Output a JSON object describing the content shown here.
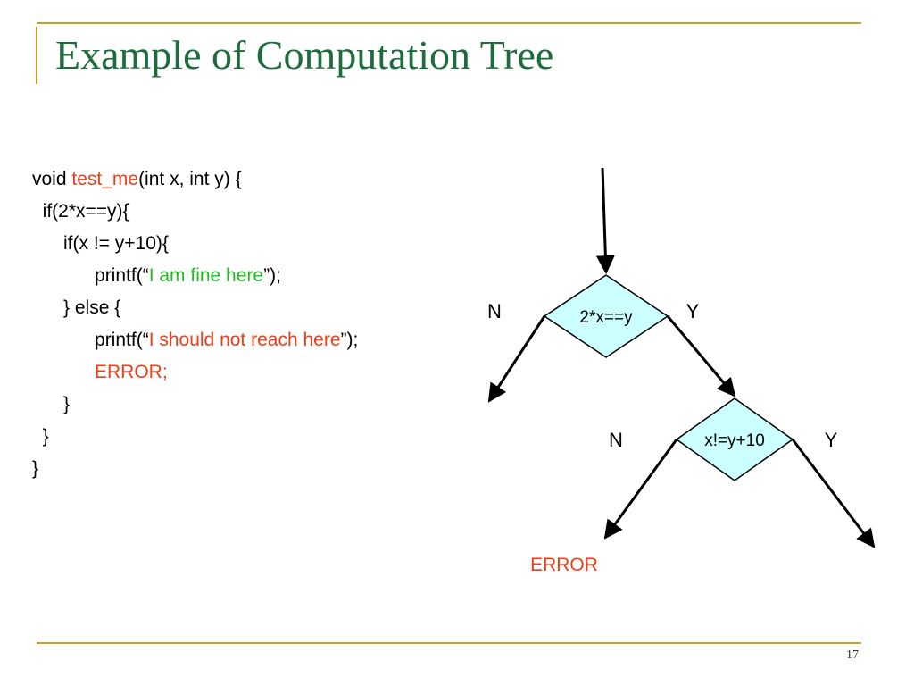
{
  "slide": {
    "title": "Example of Computation Tree",
    "page_number": "17"
  },
  "colors": {
    "title": "#1e6b3c",
    "accent_rule": "#c9a227",
    "code_text": "#000000",
    "highlight_red": "#e8401c",
    "highlight_green": "#22bb22",
    "node_fill": "#ccffff"
  },
  "code": {
    "lines": [
      [
        {
          "text": "void ",
          "color": "#000000"
        },
        {
          "text": "test_me",
          "color": "#e8401c"
        },
        {
          "text": "(int x, int y) {",
          "color": "#000000"
        }
      ],
      [
        {
          "text": "  if(2*x==y){",
          "color": "#000000"
        }
      ],
      [
        {
          "text": "      if(x != y+10){",
          "color": "#000000"
        }
      ],
      [
        {
          "text": "            printf(“",
          "color": "#000000"
        },
        {
          "text": "I am fine here",
          "color": "#22bb22"
        },
        {
          "text": "”);",
          "color": "#000000"
        }
      ],
      [
        {
          "text": "      } else {",
          "color": "#000000"
        }
      ],
      [
        {
          "text": "            printf(“",
          "color": "#000000"
        },
        {
          "text": "I should not reach here",
          "color": "#e8401c"
        },
        {
          "text": "”);",
          "color": "#000000"
        }
      ],
      [
        {
          "text": "            ERROR;",
          "color": "#e8401c"
        }
      ],
      [
        {
          "text": "      }",
          "color": "#000000"
        }
      ],
      [
        {
          "text": "  }",
          "color": "#000000"
        }
      ],
      [
        {
          "text": "}",
          "color": "#000000"
        }
      ]
    ]
  },
  "tree": {
    "node1": {
      "label": "2*x==y",
      "no_label": "N",
      "yes_label": "Y"
    },
    "node2": {
      "label": "x!=y+10",
      "no_label": "N",
      "yes_label": "Y"
    },
    "error_label": "ERROR"
  }
}
